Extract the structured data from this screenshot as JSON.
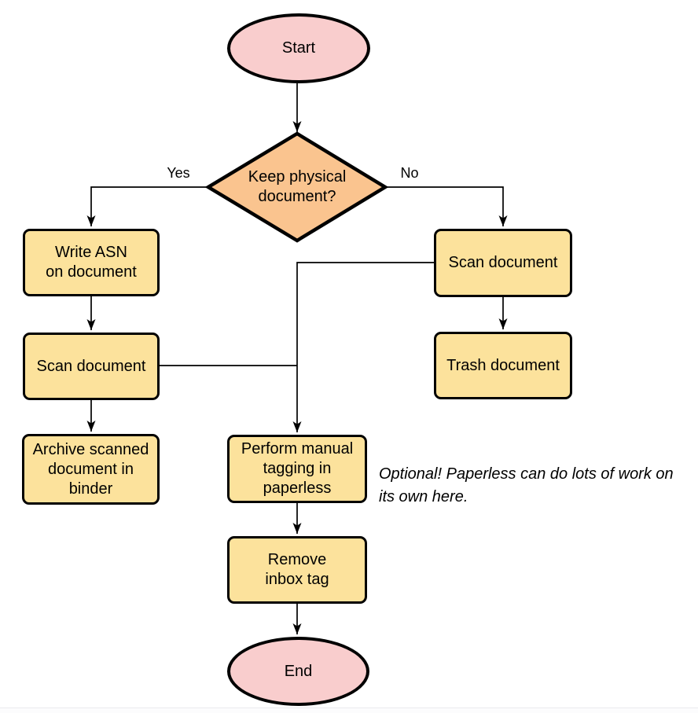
{
  "colors": {
    "terminal_fill": "#F9CDCD",
    "decision_fill": "#FAC48F",
    "process_fill": "#FCE29C",
    "stroke": "#000000",
    "line": "#000000"
  },
  "nodes": {
    "start": {
      "type": "terminal",
      "label": "Start"
    },
    "decision": {
      "type": "decision",
      "label": "Keep physical\ndocument?"
    },
    "write_asn": {
      "type": "process",
      "label": "Write ASN\non document"
    },
    "scan_left": {
      "type": "process",
      "label": "Scan document"
    },
    "archive": {
      "type": "process",
      "label": "Archive scanned\ndocument in\nbinder"
    },
    "scan_right": {
      "type": "process",
      "label": "Scan document"
    },
    "trash": {
      "type": "process",
      "label": "Trash document"
    },
    "tagging": {
      "type": "process",
      "label": "Perform manual\ntagging in\npaperless"
    },
    "remove_inbox": {
      "type": "process",
      "label": "Remove\ninbox tag"
    },
    "end": {
      "type": "terminal",
      "label": "End"
    }
  },
  "edge_labels": {
    "yes": "Yes",
    "no": "No"
  },
  "annotation": {
    "text": "Optional! Paperless can do lots of work on\nits own here."
  }
}
